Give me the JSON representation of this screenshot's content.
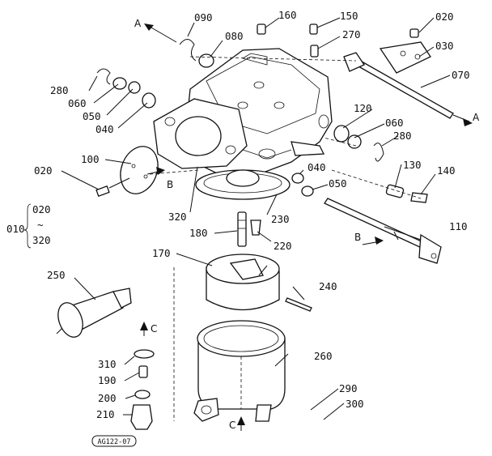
{
  "labels": {
    "p010": "010",
    "p020a": "020",
    "p020b": "020",
    "p020c": "020",
    "p030": "030",
    "p040a": "040",
    "p040b": "040",
    "p050a": "050",
    "p050b": "050",
    "p060a": "060",
    "p060b": "060",
    "p070": "070",
    "p080": "080",
    "p090": "090",
    "p100": "100",
    "p110": "110",
    "p120": "120",
    "p130": "130",
    "p140": "140",
    "p150": "150",
    "p160": "160",
    "p170": "170",
    "p180": "180",
    "p190": "190",
    "p200": "200",
    "p210": "210",
    "p220": "220",
    "p230": "230",
    "p240": "240",
    "p250": "250",
    "p260": "260",
    "p270": "270",
    "p280a": "280",
    "p280b": "280",
    "p290": "290",
    "p300": "300",
    "p310": "310",
    "p320a": "320",
    "p320b": "320",
    "range_tilde": "~"
  },
  "arrows": {
    "a1": "A",
    "a2": "A",
    "b1": "B",
    "b2": "B",
    "c1": "C",
    "c2": "C"
  },
  "figure_code": "AG122-07"
}
